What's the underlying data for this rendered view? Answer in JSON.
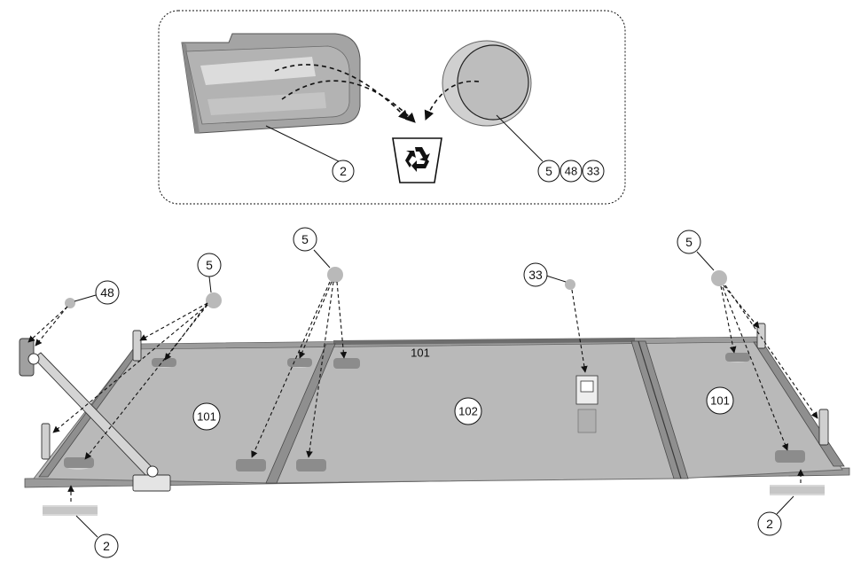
{
  "inset": {
    "callouts": {
      "tray": "2",
      "disc_a": "5",
      "disc_b": "48",
      "disc_c": "33"
    },
    "icon": "recycle-bin-icon"
  },
  "main": {
    "callouts": {
      "dot_48": "48",
      "dot_5_left": "5",
      "dot_5_mid": "5",
      "dot_33": "33",
      "dot_5_right": "5",
      "tray_left": "2",
      "tray_right": "2"
    },
    "panels": {
      "left": "101",
      "center": "102",
      "right": "101",
      "top_edge": "101"
    }
  },
  "colors": {
    "panel": "#b9b9b9",
    "pad": "#cfcfcf",
    "line": "#111111"
  }
}
